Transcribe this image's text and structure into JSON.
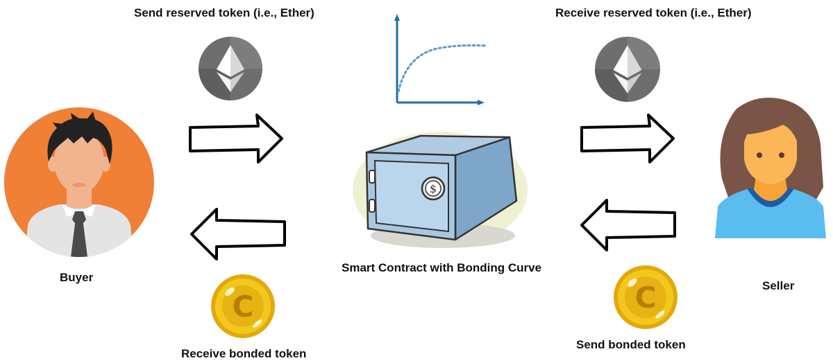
{
  "labels": {
    "send_reserved": "Send reserved token (i.e., Ether)",
    "receive_reserved": "Receive reserved token (i.e., Ether)",
    "buyer": "Buyer",
    "seller": "Seller",
    "smart_contract": "Smart Contract with Bonding Curve",
    "receive_bonded": "Receive bonded token",
    "send_bonded": "Send bonded token",
    "safe_symbol": "$"
  },
  "icons": {
    "ether_left": "ethereum-coin-icon",
    "ether_right": "ethereum-coin-icon",
    "coin_left": "bonded-token-coin-icon",
    "coin_right": "bonded-token-coin-icon",
    "buyer": "buyer-avatar-icon",
    "seller": "seller-avatar-icon",
    "safe": "safe-icon",
    "curve": "bonding-curve-chart-icon"
  },
  "colors": {
    "buyer_bg": "#ef8036",
    "ether_coin": "#6e6e6e",
    "bonded_coin": "#f3c81d",
    "safe": "#8fb4d4",
    "curve_axes": "#1f6fa8",
    "seller_shirt": "#5bbcef",
    "seller_hair": "#7a5446"
  }
}
